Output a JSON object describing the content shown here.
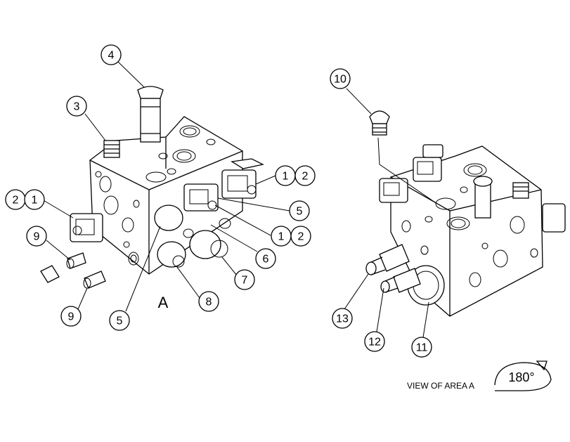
{
  "callouts": {
    "c4": "4",
    "c3": "3",
    "c10": "10",
    "c2_left": "2",
    "c1_left": "1",
    "c1_top": "1",
    "c2_top": "2",
    "c5_right": "5",
    "c1_mid": "1",
    "c2_mid": "2",
    "c6": "6",
    "c7": "7",
    "c8": "8",
    "c5_bottom": "5",
    "c9_top": "9",
    "c9_bottom": "9",
    "c13": "13",
    "c12": "12",
    "c11": "11"
  },
  "area_label": "A",
  "view_label": "VIEW OF AREA A",
  "rotation_label": "180°"
}
